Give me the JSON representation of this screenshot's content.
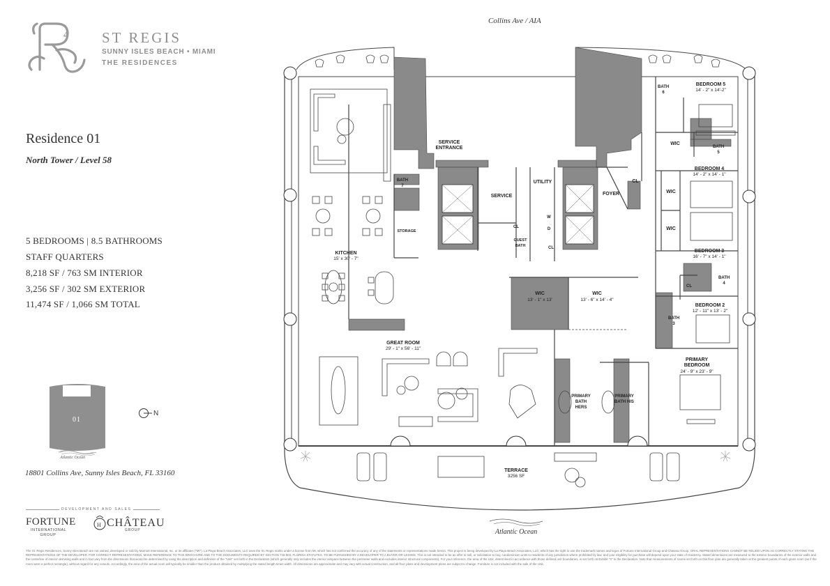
{
  "brand": {
    "name": "ST REGIS",
    "location": "SUNNY ISLES BEACH • MIAMI",
    "tagline": "THE RESIDENCES"
  },
  "residence": {
    "title": "Residence 01",
    "subtitle": "North Tower / Level 58",
    "specs": [
      "5 BEDROOMS | 8.5 BATHROOMS",
      "STAFF QUARTERS",
      "8,218 SF / 763 SM INTERIOR",
      "3,256 SF / 302 SM EXTERIOR",
      "11,474 SF / 1,066 SM TOTAL"
    ],
    "address": "18801 Collins Ave, Sunny Isles Beach, FL 33160"
  },
  "keyplan": {
    "unit_label": "01",
    "ocean_label": "Atlantic Ocean",
    "north_label": "N"
  },
  "developers": {
    "label": "DEVELOPMENT AND SALES",
    "fortune": "FORTUNE",
    "fortune_sub": "INTERNATIONAL GROUP",
    "chateau": "CHÂTEAU",
    "chateau_sub": "GROUP"
  },
  "plan": {
    "street": "Collins Ave / AIA",
    "ocean": "Atlantic Ocean",
    "rooms": {
      "service_entrance": "SERVICE ENTRANCE",
      "service": "SERVICE",
      "utility": "UTILITY",
      "foyer": "FOYER",
      "bath_staff": "BATH 7",
      "storage": "STORAGE",
      "kitchen": "KITCHEN",
      "kitchen_dim": "15' x 30' - 7\"",
      "guest_bath": "GUEST BATH",
      "cl": "CL",
      "w": "W",
      "d": "D",
      "bath6": "BATH 6",
      "bedroom5": "BEDROOM 5",
      "bedroom5_dim": "14' - 2\" x 14'-2\"",
      "wic": "WIC",
      "bath5": "BATH 5",
      "bedroom4": "BEDROOM 4",
      "bedroom4_dim": "14' - 2\" x 14' - 1\"",
      "bedroom3": "BEDROOM 3",
      "bedroom3_dim": "16' - 7\" x 14' - 1\"",
      "bath4": "BATH 4",
      "bedroom2": "BEDROOM 2",
      "bedroom2_dim": "12' - 11\" x 13' - 2\"",
      "bath3": "BATH 3",
      "wic_a_dim": "13' - 1\" x 13'",
      "wic_b_dim": "13' - 6\" x 14' - 4\"",
      "great_room": "GREAT ROOM",
      "great_room_dim": "29' - 1\" x 56' - 11\"",
      "primary_bath_hers": "PRIMARY BATH HERS",
      "primary_bath_his": "PRIMARY BATH HIS",
      "primary_bedroom": "PRIMARY BEDROOM",
      "primary_bedroom_dim": "24' - 9\" x 23' - 9\"",
      "terrace": "TERRACE",
      "terrace_dim": "3256 SF"
    }
  },
  "disclaimer": "The St. Regis Residences, Sunny Isles Beach are not owned, developed or sold by Marriott International, Inc. or its affiliates (\"MI\"). La Playa Beach Associates, LLC uses the St. Regis marks under a license from MI, which has not confirmed the accuracy of any of the statements or representations made herein. This project is being developed by La Playa Beach Associates, LLC, which has the right to use the trademark names and logos of Fortune International Group and Chateau Group. ORAL REPRESENTATIONS CANNOT BE RELIED UPON AS CORRECTLY STATING THE REPRESENTATIONS OF THE DEVELOPER. FOR CORRECT REPRESENTATIONS, MAKE REFERENCE TO THIS BROCHURE AND TO THE DOCUMENTS REQUIRED BY SECTION 718.503, FLORIDA STATUTES, TO BE FURNISHED BY A DEVELOPER TO A BUYER OR LESSEE. This is not intended to be an offer to sell, or solicitation to buy, condominium units to residents of any jurisdiction where prohibited by law, and your eligibility for purchase will depend upon your state of residency. Stated dimensions are measured to the exterior boundaries of the exterior walls and the centerline of interior demising walls and in fact vary from the dimensions that would be determined by using the description and definition of the \"Unit\" set forth in the Declaration (which generally only includes the interior airspace between the perimeter walls and excludes interior structural components). For your reference, the area of the Unit, determined in accordance with those defined unit boundaries, is set forth on Exhibit \"3\" to the Declaration. Note that measurements of rooms set forth on this floor plan are generally taken at the greatest points of each given room (as if the room were a perfect rectangle), without regard for any cutouts. Accordingly, the area of the actual room will typically be smaller than the product obtained by multiplying the stated length times width. All dimensions are approximate and may vary with actual construction, and all floor plans and development plans are subject to change. Furniture is not included with the sale of the Unit."
}
